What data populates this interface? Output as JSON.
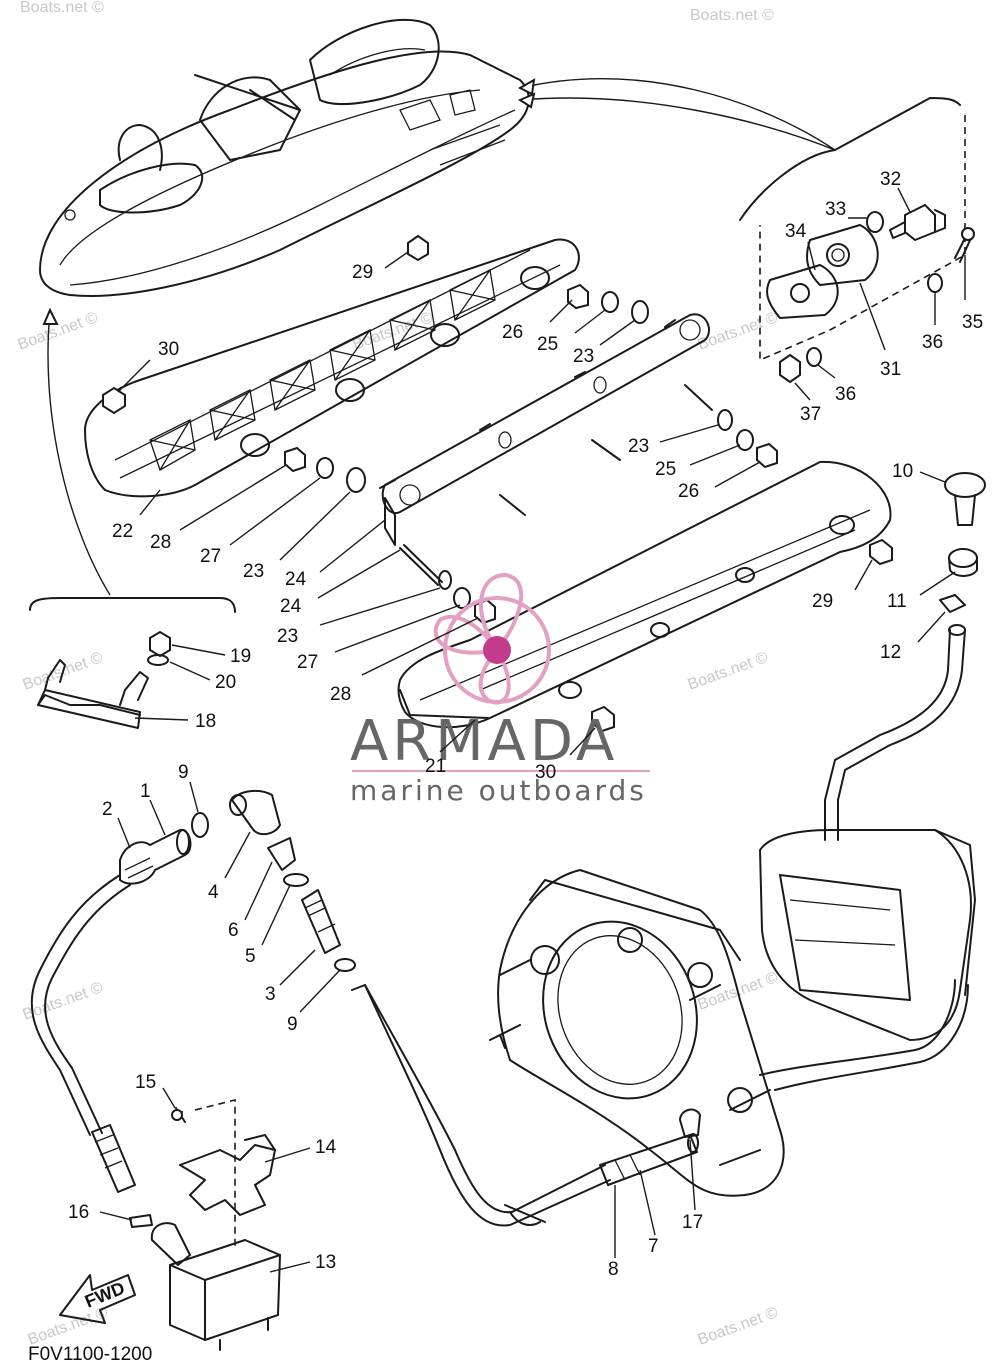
{
  "diagram_code": "F0V1100-1200",
  "brand": {
    "name": "ARMADA",
    "tagline": "marine outboards",
    "accent_color": "#e3a0c4"
  },
  "watermark": "Boats.net ©",
  "fwd_label": "FWD",
  "callouts": {
    "c1": "1",
    "c2": "2",
    "c3": "3",
    "c4": "4",
    "c5": "5",
    "c6": "6",
    "c7": "7",
    "c8": "8",
    "c9a": "9",
    "c9b": "9",
    "c10": "10",
    "c11": "11",
    "c12": "12",
    "c13": "13",
    "c14": "14",
    "c15": "15",
    "c16": "16",
    "c17": "17",
    "c18": "18",
    "c19": "19",
    "c20": "20",
    "c21": "21",
    "c22": "22",
    "c23a": "23",
    "c23b": "23",
    "c23c": "23",
    "c23d": "23",
    "c24a": "24",
    "c24b": "24",
    "c25a": "25",
    "c25b": "25",
    "c26a": "26",
    "c26b": "26",
    "c27a": "27",
    "c27b": "27",
    "c28a": "28",
    "c28b": "28",
    "c29a": "29",
    "c29b": "29",
    "c30a": "30",
    "c30b": "30",
    "c31": "31",
    "c32": "32",
    "c33": "33",
    "c34": "34",
    "c35": "35",
    "c36a": "36",
    "c36b": "36",
    "c37": "37"
  }
}
